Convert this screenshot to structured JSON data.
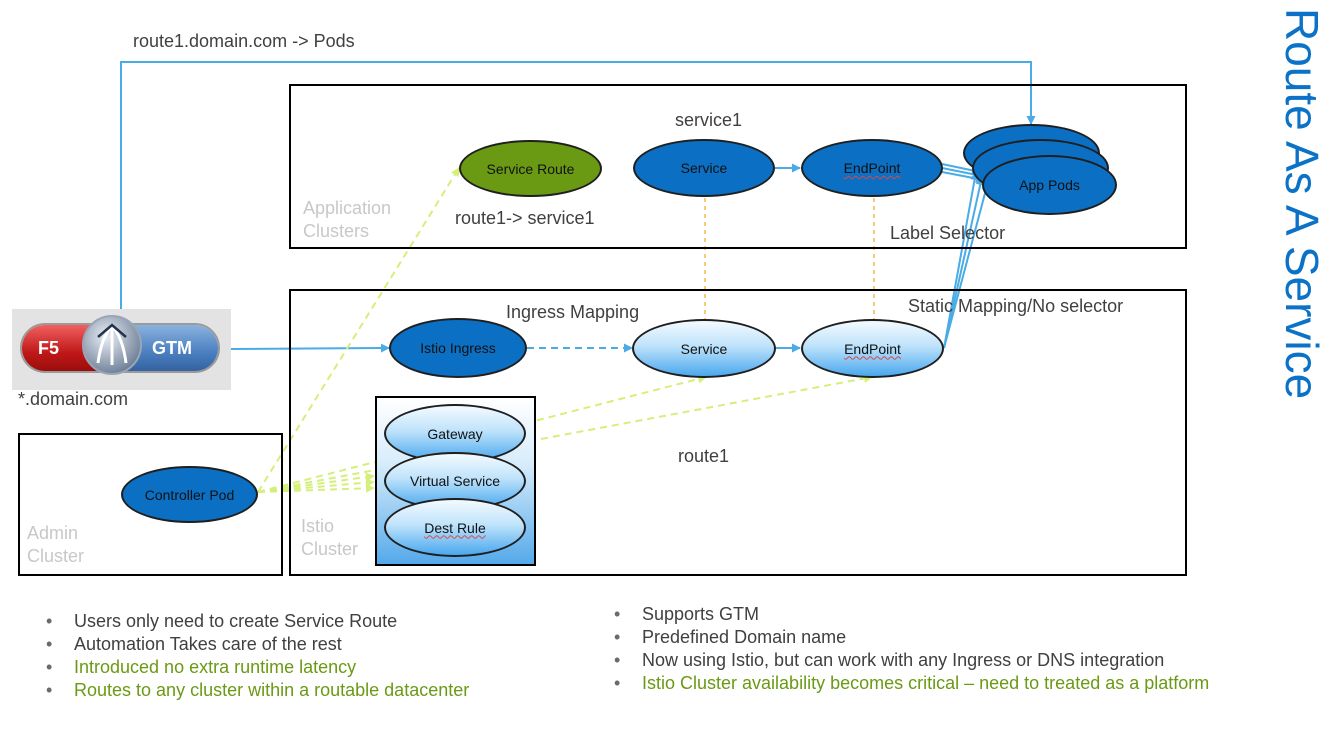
{
  "title": "Route As A Service",
  "labels": {
    "route_pods": "route1.domain.com -> Pods",
    "service1": "service1",
    "route1_service1": "route1-> service1",
    "label_selector": "Label Selector",
    "ingress_mapping": "Ingress Mapping",
    "static_mapping": "Static Mapping/No selector",
    "route1": "route1",
    "domain": "*.domain.com"
  },
  "groups": {
    "application": "Application Clusters",
    "istio": "Istio Cluster",
    "admin": "Admin Cluster"
  },
  "nodes": {
    "service_route": "Service Route",
    "app_service": "Service",
    "app_endpoint": "EndPoint",
    "app_pods": "App Pods",
    "istio_ingress": "Istio Ingress",
    "istio_service": "Service",
    "istio_endpoint": "EndPoint",
    "gateway": "Gateway",
    "virtual_service": "Virtual Service",
    "dest_rule": "Dest Rule",
    "controller_pod": "Controller Pod"
  },
  "logo": {
    "left_text": "F5",
    "right_text": "GTM"
  },
  "bullets_left": [
    {
      "text": "Users only need to create Service Route",
      "tone": "gray"
    },
    {
      "text": "Automation Takes care of the rest",
      "tone": "gray"
    },
    {
      "text": "Introduced no extra runtime latency",
      "tone": "green"
    },
    {
      "text": "Routes to any cluster within a routable datacenter",
      "tone": "green"
    }
  ],
  "bullets_right": [
    {
      "text": "Supports GTM",
      "tone": "gray"
    },
    {
      "text": "Predefined Domain name",
      "tone": "gray"
    },
    {
      "text": "Now using Istio, but can work with any Ingress or DNS integration",
      "tone": "gray"
    },
    {
      "text": "Istio Cluster availability becomes critical – need to treated as a platform",
      "tone": "green"
    }
  ],
  "colors": {
    "title_blue": "#0b72c8",
    "node_dark_blue": "#0b6fc4",
    "service_route_green": "#6a9a14",
    "bullet_green": "#6a9a14",
    "bullet_gray": "#404040",
    "connector_blue": "#4aabe6",
    "dashed_green": "#d4f07a",
    "dashed_orange": "#f5a623",
    "group_label_gray": "#c8c8c8"
  },
  "icons": {
    "logo": "f5-logo-icon"
  }
}
